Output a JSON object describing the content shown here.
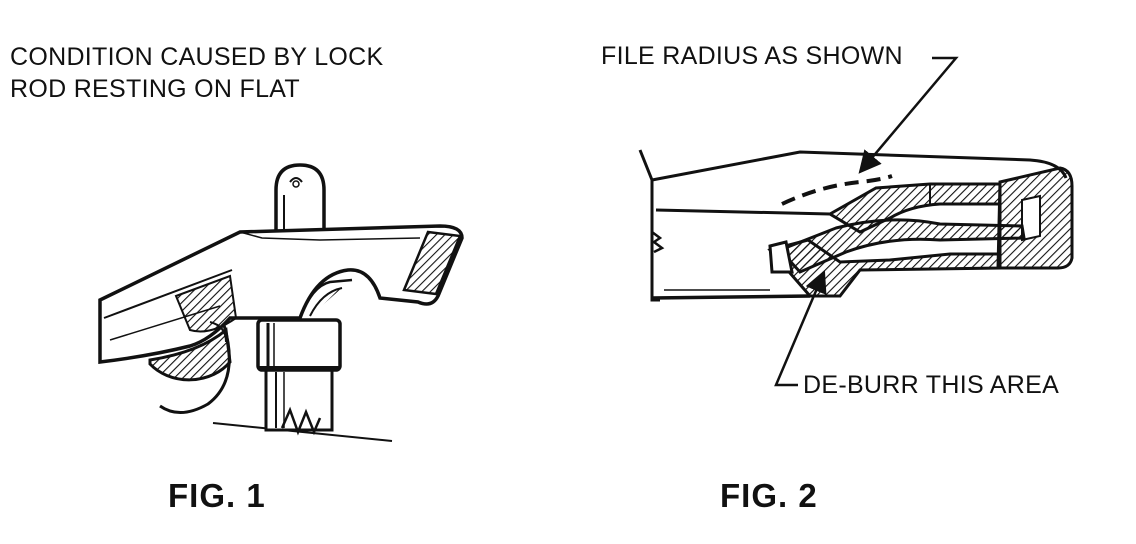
{
  "figures": [
    {
      "caption": [
        "CONDITION CAUSED BY LOCK",
        "ROD RESTING ON FLAT"
      ],
      "title": "FIG.  1"
    },
    {
      "callouts": {
        "file_radius": "FILE RADIUS AS SHOWN",
        "deburr": "DE-BURR THIS AREA"
      },
      "title": "FIG.  2"
    }
  ],
  "colors": {
    "ink": "#111111",
    "paper": "#ffffff"
  }
}
